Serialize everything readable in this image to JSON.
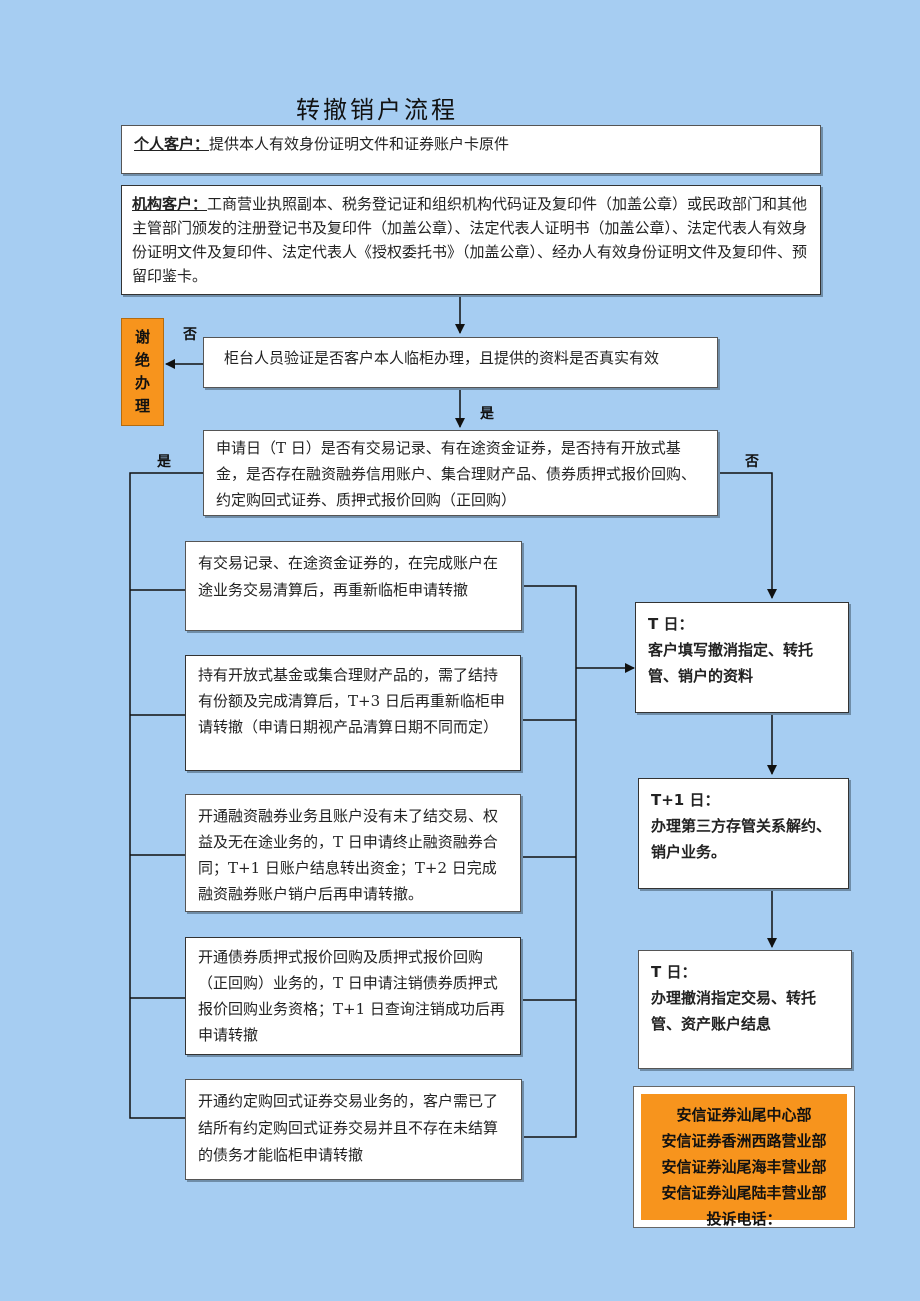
{
  "title": "转撤销户流程",
  "personal": {
    "label": "个人客户：",
    "text": "提供本人有效身份证明文件和证券账户卡原件"
  },
  "institution": {
    "label": "机构客户：",
    "text": "工商营业执照副本、税务登记证和组织机构代码证及复印件（加盖公章）或民政部门和其他主管部门颁发的注册登记书及复印件（加盖公章）、法定代表人证明书（加盖公章）、法定代表人有效身份证明文件及复印件、法定代表人《授权委托书》（加盖公章）、经办人有效身份证明文件及复印件、预留印鉴卡。"
  },
  "refuse": "谢绝办理",
  "verify": "柜台人员验证是否客户本人临柜办理，且提供的资料是否真实有效",
  "check": "申请日（T 日）是否有交易记录、有在途资金证券，是否持有开放式基金，是否存在融资融券信用账户、集合理财产品、债券质押式报价回购、约定购回式证券、质押式报价回购（正回购）",
  "labels": {
    "no1": "否",
    "yes1": "是",
    "yes2": "是",
    "no2": "否"
  },
  "conditions": [
    "有交易记录、在途资金证券的，在完成账户在途业务交易清算后，再重新临柜申请转撤",
    "持有开放式基金或集合理财产品的，需了结持有份额及完成清算后，T+3 日后再重新临柜申请转撤（申请日期视产品清算日期不同而定）",
    "开通融资融券业务且账户没有未了结交易、权益及无在途业务的，T 日申请终止融资融券合同；T+1 日账户结息转出资金；T+2 日完成融资融券账户销户后再申请转撤。",
    "开通债券质押式报价回购及质押式报价回购（正回购）业务的，T 日申请注销债券质押式报价回购业务资格；T+1 日查询注销成功后再申请转撤",
    "开通约定购回式证券交易业务的，客户需已了结所有约定购回式证券交易并且不存在未结算的债务才能临柜申请转撤"
  ],
  "steps": [
    {
      "day": "T 日：",
      "text": "客户填写撤消指定、转托管、销户的资料"
    },
    {
      "day": "T+1 日：",
      "text": "办理第三方存管关系解约、销户业务。"
    },
    {
      "day": "T 日：",
      "text": "办理撤消指定交易、转托管、资产账户结息"
    }
  ],
  "contact": [
    "安信证券汕尾中心部",
    "安信证券香洲西路营业部",
    "安信证券汕尾海丰营业部",
    "安信证券汕尾陆丰营业部",
    "投诉电话："
  ],
  "colors": {
    "background": "#a6cdf2",
    "accent_orange": "#f7941d",
    "box": "#ffffff"
  }
}
